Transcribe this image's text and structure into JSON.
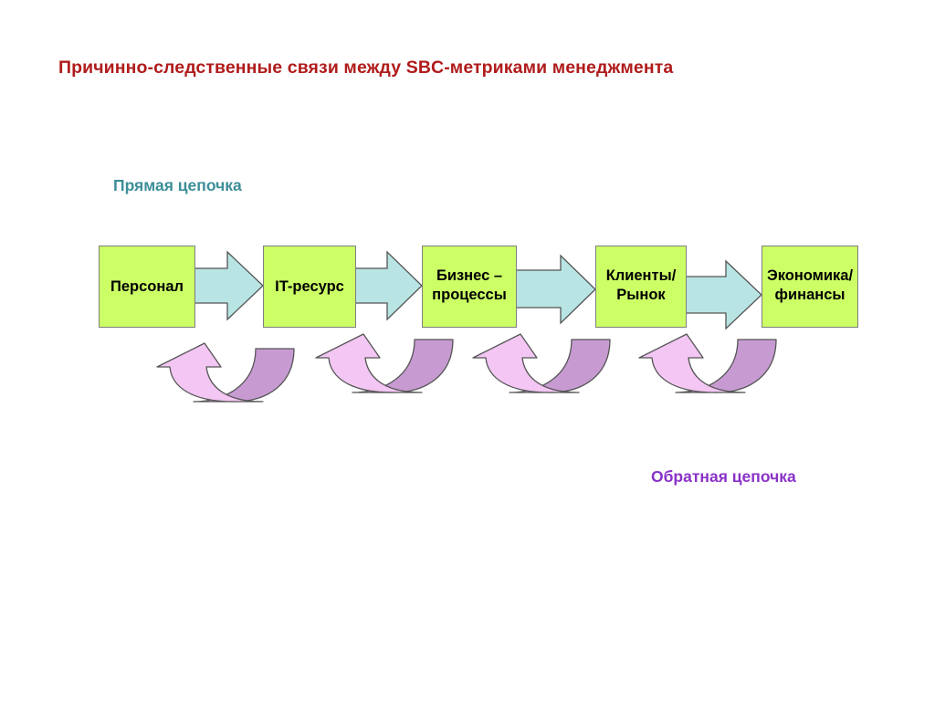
{
  "title": "Причинно-следственные связи между SBC-метриками менеджмента",
  "direct_chain_label": "Прямая цепочка",
  "reverse_chain_label": "Обратная цепочка",
  "nodes": [
    {
      "label": "Персонал"
    },
    {
      "label": "IT-ресурс"
    },
    {
      "label": "Бизнес –\nпроцессы"
    },
    {
      "label": "Клиенты/\nРынок"
    },
    {
      "label": "Экономика/\nфинансы"
    }
  ],
  "colors": {
    "title": "#b01c1c",
    "direct_label": "#3d8e98",
    "reverse_label": "#8a32c8",
    "box_fill": "#ccff66",
    "forward_arrow_fill": "#b8e4e4",
    "feedback_arrow_front": "#f3c6f3",
    "feedback_arrow_back": "#c79bd2"
  },
  "icons": [
    "forward-arrow-icon",
    "feedback-arrow-icon"
  ]
}
